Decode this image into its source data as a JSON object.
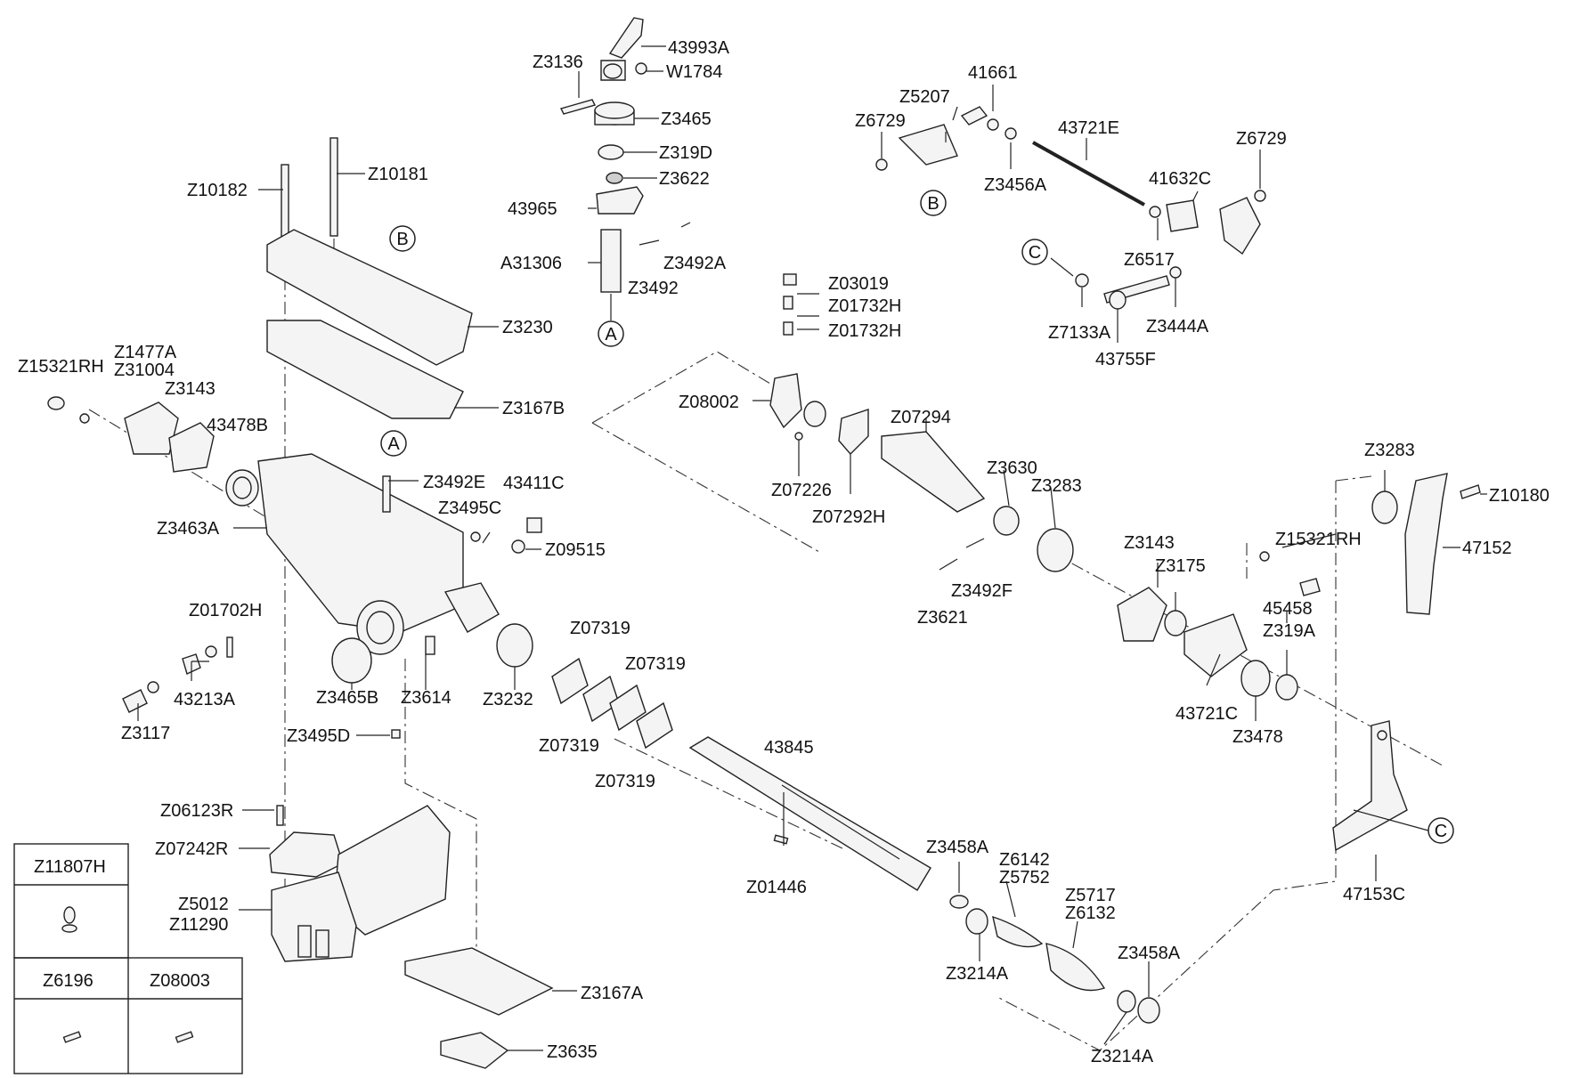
{
  "callouts": {
    "A": "A",
    "B": "B",
    "C": "C"
  },
  "labels": {
    "43993A": "43993A",
    "Z3136": "Z3136",
    "W1784": "W1784",
    "Z3465": "Z3465",
    "Z319D": "Z319D",
    "Z3622": "Z3622",
    "43965": "43965",
    "A31306": "A31306",
    "Z3492A": "Z3492A",
    "Z3492": "Z3492",
    "Z10181": "Z10181",
    "Z10182": "Z10182",
    "Z3230": "Z3230",
    "Z3167B": "Z3167B",
    "Z15321RH_left": "Z15321RH",
    "Z1477A": "Z1477A",
    "Z31004": "Z31004",
    "Z3143_left": "Z3143",
    "43478B": "43478B",
    "Z3492E": "Z3492E",
    "43411C": "43411C",
    "Z3495C": "Z3495C",
    "Z3463A": "Z3463A",
    "Z09515": "Z09515",
    "Z01702H": "Z01702H",
    "43213A": "43213A",
    "Z3117": "Z3117",
    "Z3465B": "Z3465B",
    "Z3614": "Z3614",
    "Z3232": "Z3232",
    "Z3495D": "Z3495D",
    "Z06123R": "Z06123R",
    "Z07242R": "Z07242R",
    "Z5012": "Z5012",
    "Z11290": "Z11290",
    "Z3167A": "Z3167A",
    "Z3635": "Z3635",
    "Z07319_1": "Z07319",
    "Z07319_2": "Z07319",
    "Z07319_3": "Z07319",
    "Z07319_4": "Z07319",
    "43845": "43845",
    "Z01446": "Z01446",
    "Z03019": "Z03019",
    "Z01732H_1": "Z01732H",
    "Z01732H_2": "Z01732H",
    "Z08002": "Z08002",
    "Z07294": "Z07294",
    "Z07226": "Z07226",
    "Z07292H": "Z07292H",
    "Z3630": "Z3630",
    "Z3283_mid": "Z3283",
    "Z3492F": "Z3492F",
    "Z3621": "Z3621",
    "Z3143_right": "Z3143",
    "Z3175": "Z3175",
    "45458": "45458",
    "Z319A": "Z319A",
    "43721C": "43721C",
    "Z3478": "Z3478",
    "Z15321RH_right": "Z15321RH",
    "Z3283_right": "Z3283",
    "Z10180": "Z10180",
    "47152": "47152",
    "47153C": "47153C",
    "Z3458A_1": "Z3458A",
    "Z6142": "Z6142",
    "Z5752": "Z5752",
    "Z5717": "Z5717",
    "Z6132": "Z6132",
    "Z3458A_2": "Z3458A",
    "Z3214A_1": "Z3214A",
    "Z3214A_2": "Z3214A",
    "41661": "41661",
    "Z5207": "Z5207",
    "Z6729_left": "Z6729",
    "43721E": "43721E",
    "Z6729_right": "Z6729",
    "41632C": "41632C",
    "Z3456A": "Z3456A",
    "Z6517": "Z6517",
    "Z7133A": "Z7133A",
    "Z3444A": "Z3444A",
    "43755F": "43755F"
  },
  "legend_table": {
    "top_cell": "Z11807H",
    "bottom_left": "Z6196",
    "bottom_right": "Z08003"
  }
}
